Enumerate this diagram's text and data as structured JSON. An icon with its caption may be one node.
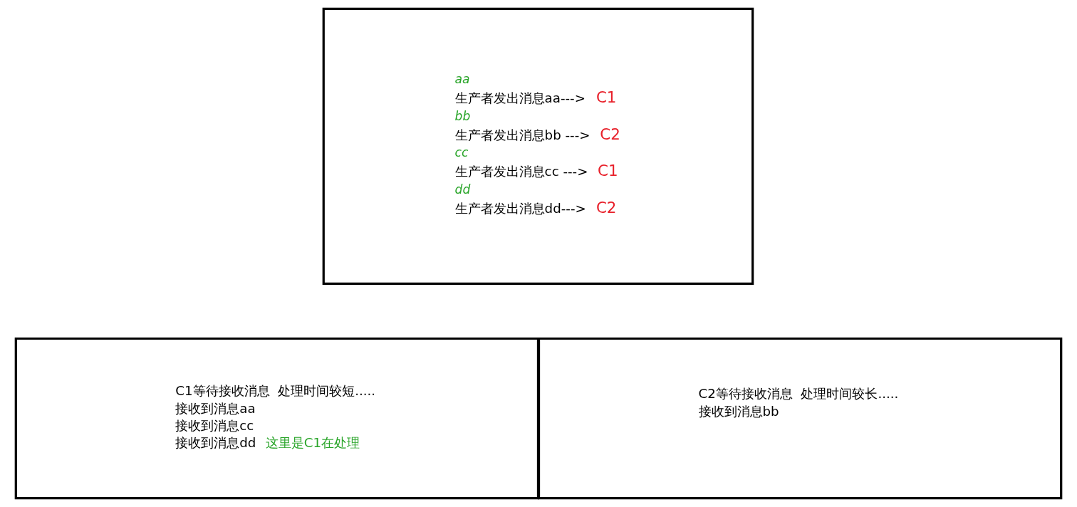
{
  "diagram": {
    "nodes": [
      {
        "text": [
          "aa",
          "生产者发出消息aa--->",
          "C1",
          "bb",
          "生产者发出消息bb --->",
          "C2",
          "cc",
          "生产者发出消息cc --->",
          "C1",
          "dd",
          "生产者发出消息dd--->",
          "C2"
        ]
      },
      {
        "text": [
          "C1等待接收消息  处理时间较短.....",
          "接收到消息aa",
          "接收到消息cc",
          "接收到消息dd",
          "这里是C1在处理"
        ]
      },
      {
        "text": [
          "C2等待接收消息  处理时间较长.....",
          "接收到消息bb"
        ]
      }
    ],
    "edges": []
  }
}
